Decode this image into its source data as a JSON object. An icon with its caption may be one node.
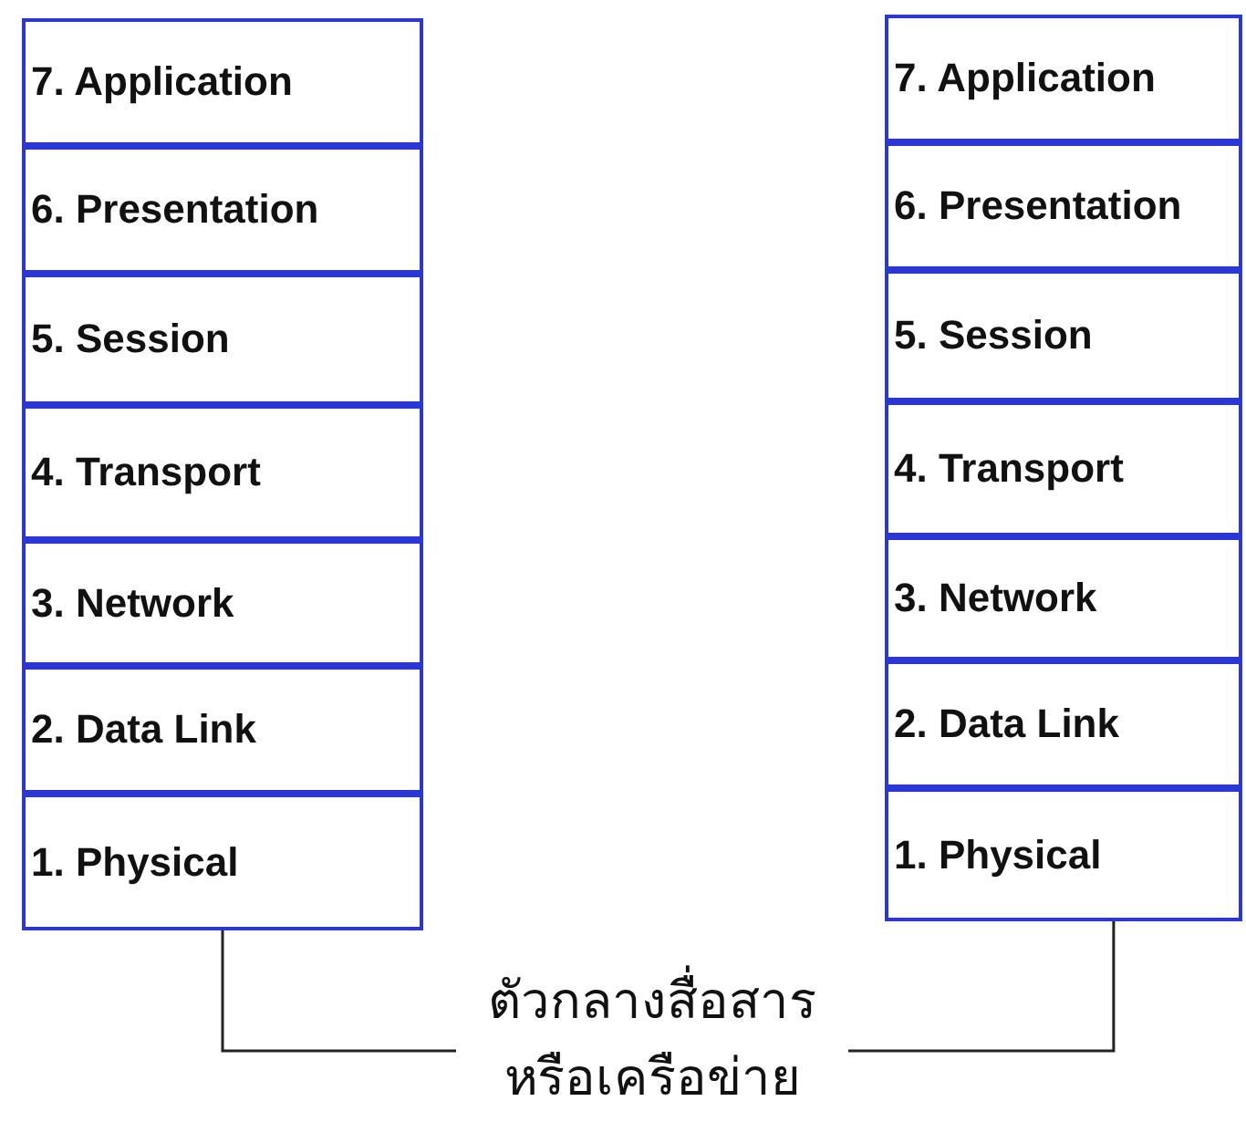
{
  "diagram": {
    "nodes": [
      {
        "text": [
          "7. Application"
        ]
      },
      {
        "text": [
          "6. Presentation"
        ]
      },
      {
        "text": [
          "5. Session"
        ]
      },
      {
        "text": [
          "4. Transport"
        ]
      },
      {
        "text": [
          "3. Network"
        ]
      },
      {
        "text": [
          "2. Data Link"
        ]
      },
      {
        "text": [
          "1. Physical"
        ]
      },
      {
        "text": [
          "7. Application"
        ]
      },
      {
        "text": [
          "6. Presentation"
        ]
      },
      {
        "text": [
          "5. Session"
        ]
      },
      {
        "text": [
          "4. Transport"
        ]
      },
      {
        "text": [
          "3. Network"
        ]
      },
      {
        "text": [
          "2. Data Link"
        ]
      },
      {
        "text": [
          "1. Physical"
        ]
      },
      {
        "text": [
          "ตัวกลางสื่อสารหรือเครือข่าย"
        ]
      }
    ],
    "edges": [
      {
        "from": 6,
        "to": 14,
        "arrow": "none"
      },
      {
        "from": 14,
        "to": 13,
        "arrow": "none"
      }
    ]
  }
}
